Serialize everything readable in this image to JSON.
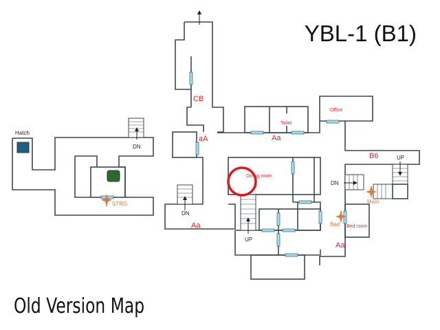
{
  "title": "YBL-1 (B1)",
  "footer": "Old Version Map",
  "labels": {
    "hatch": "Hatch",
    "dn_left": "DN",
    "strg": "STRG",
    "cb": "CB",
    "aA": "aA",
    "aa_top": "Aa",
    "toilet": "Toilet",
    "office": "Office",
    "b6": "B6",
    "up_right": "UP",
    "dn_right": "DN",
    "main": "Main",
    "bed": "Bed",
    "bedroom": "Bed room",
    "aa_right": "Aa",
    "dining": "Dining room",
    "up_center": "UP",
    "dn_center": "DN",
    "aa_left": "Aa"
  },
  "colors": {
    "wall": "#3a4750",
    "door": "#a9dbef",
    "label": "#e3262b",
    "marker": "#e07a3a",
    "hatch": "#1f5f84",
    "green": "#2a6a2e",
    "highlight": "#e3161b"
  }
}
